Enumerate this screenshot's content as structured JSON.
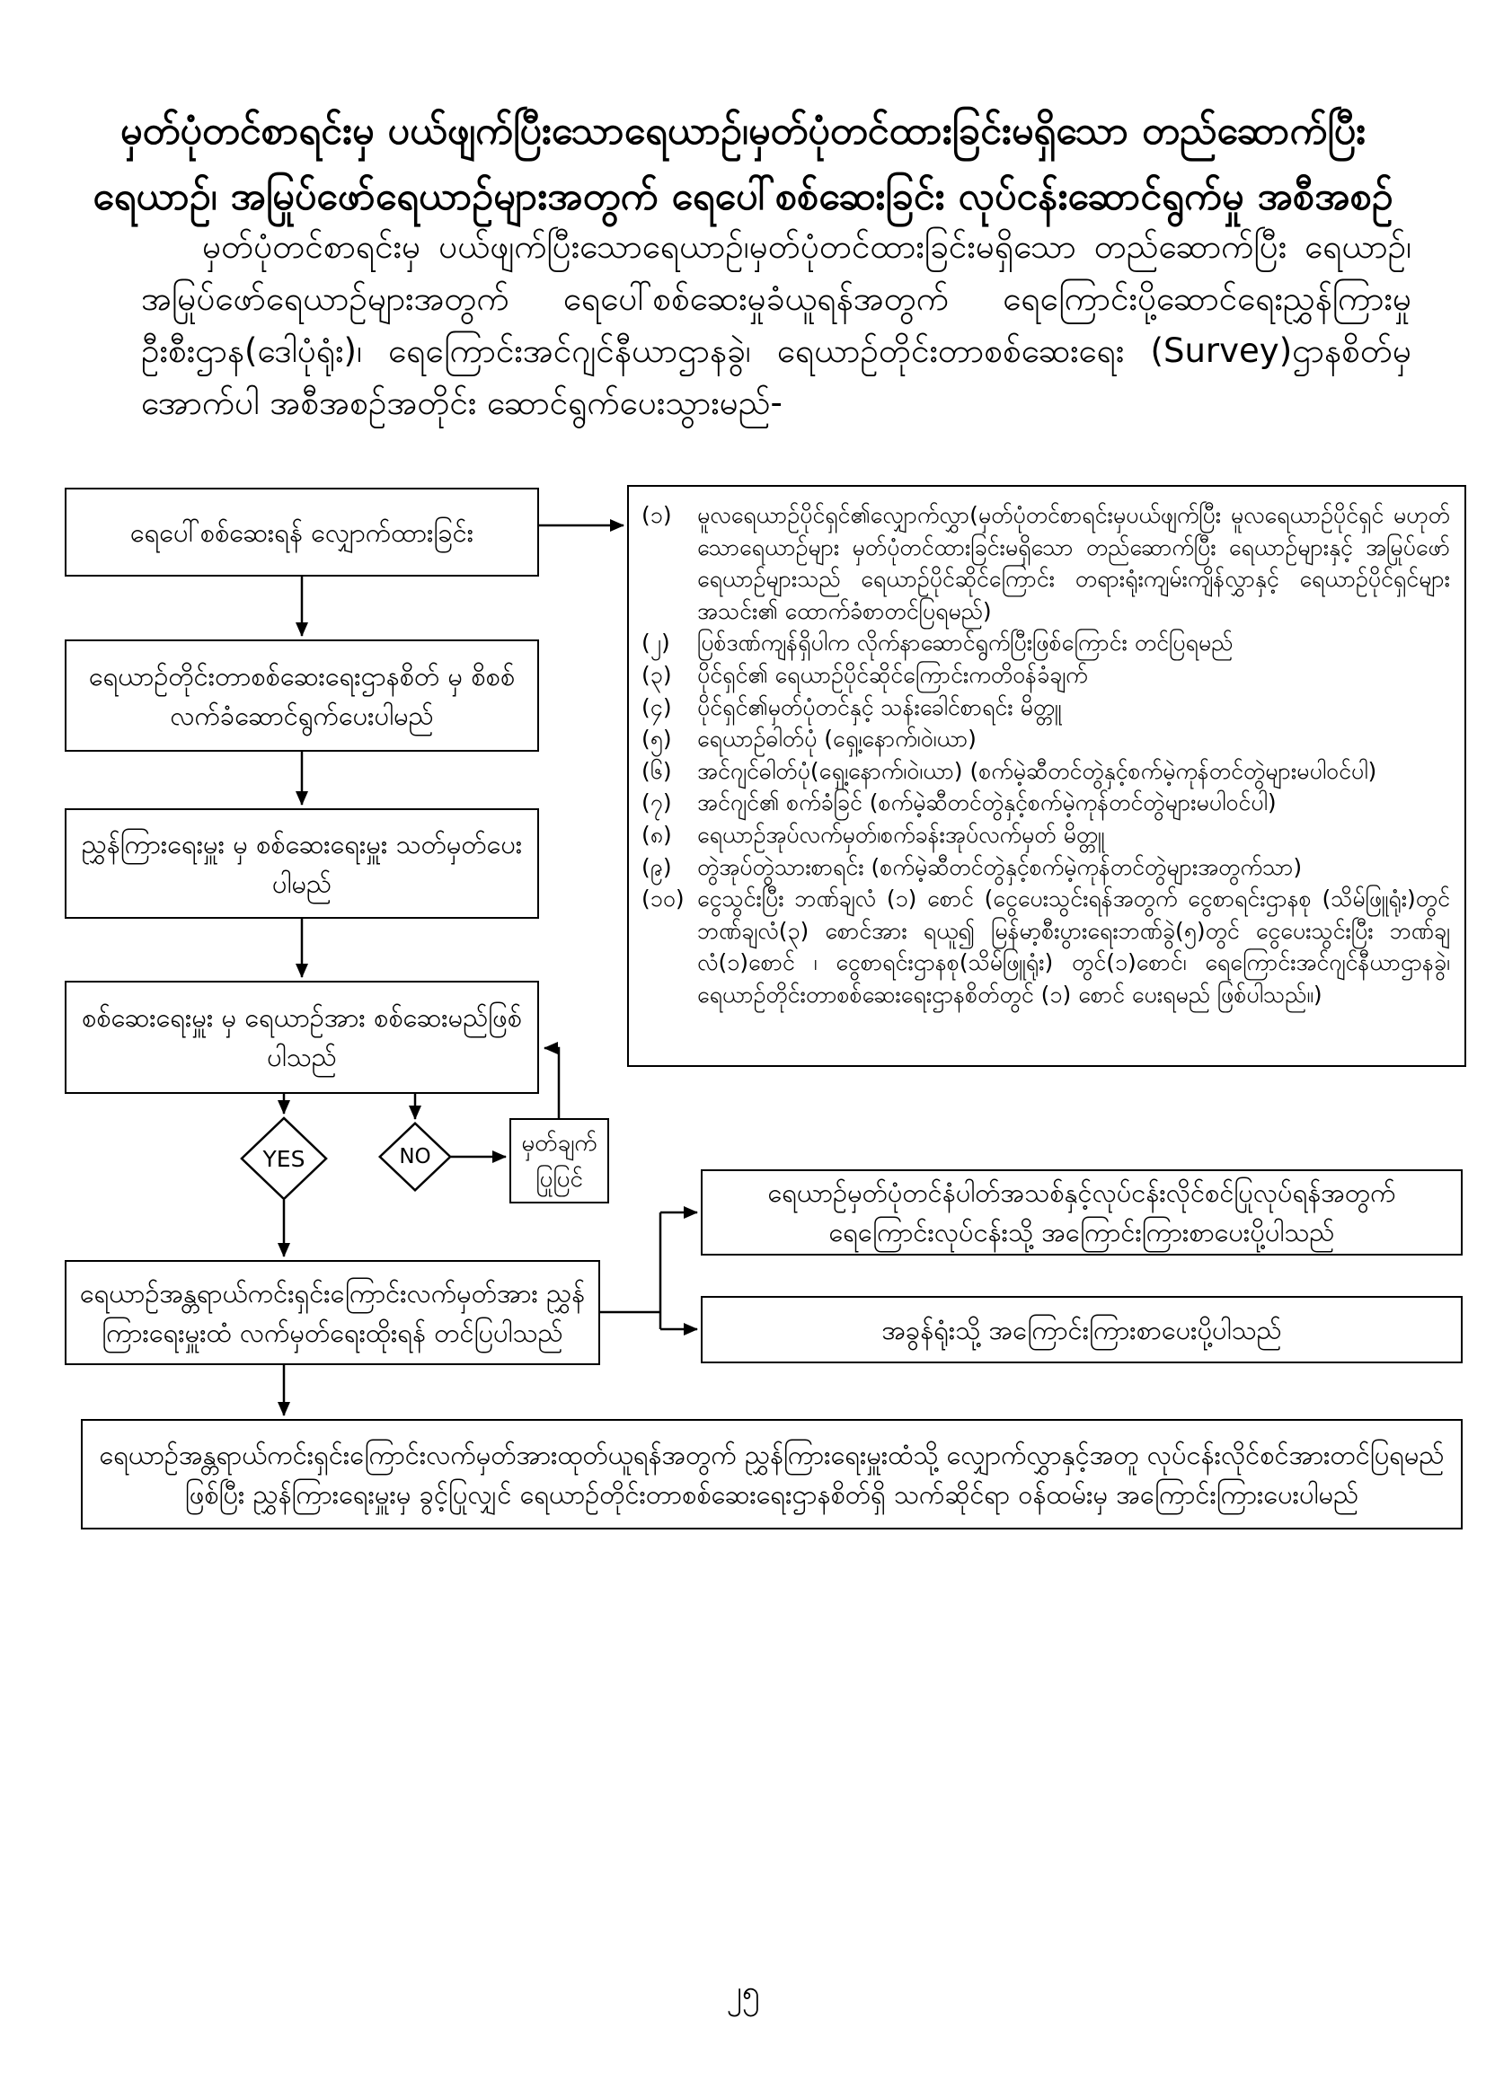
{
  "colors": {
    "text": "#000000",
    "background": "#ffffff",
    "line": "#000000"
  },
  "header": {
    "title_line1": "မှတ်ပုံတင်စာရင်းမှ ပယ်ဖျက်ပြီးသောရေယာဉ်၊မှတ်ပုံတင်ထားခြင်းမရှိသော တည်ဆောက်ပြီး",
    "title_line2": "ရေယာဉ်၊ အမြုပ်ဖော်ရေယာဉ်များအတွက် ရေပေါ်စစ်ဆေးခြင်း လုပ်ငန်းဆောင်ရွက်မှု အစီအစဉ်",
    "intro_paragraph": "မှတ်ပုံတင်စာရင်းမှ ပယ်ဖျက်ပြီးသောရေယာဉ်၊မှတ်ပုံတင်ထားခြင်းမရှိသော တည်ဆောက်ပြီး ရေယာဉ်၊ အမြုပ်ဖော်ရေယာဉ်များအတွက် ရေပေါ်စစ်ဆေးမှုခံယူရန်အတွက် ရေကြောင်းပို့ဆောင်ရေးညွှန်ကြားမှုဦးစီးဌာန(ဒေါပုံရုံး)၊ ရေကြောင်းအင်ဂျင်နီယာဌာနခွဲ၊ ရေယာဉ်တိုင်းတာစစ်ဆေးရေး (Survey)ဌာနစိတ်မှ အောက်ပါ အစီအစဉ်အတိုင်း ဆောင်ရွက်ပေးသွားမည်-"
  },
  "flowchart": {
    "apply_box": "ရေပေါ်စစ်ဆေးရန် လျှောက်ထားခြင်း",
    "dept_box": "ရေယာဉ်တိုင်းတာစစ်ဆေးရေးဌာနစိတ် မှ စိစစ်လက်ခံဆောင်ရွက်ပေးပါမည်",
    "director_box": "ညွှန်ကြားရေးမှူး မှ စစ်ဆေးရေးမှူး သတ်မှတ်ပေးပါမည်",
    "inspect_box": "စစ်ဆေးရေးမှူး မှ ရေယာဉ်အား စစ်ဆေးမည်ဖြစ်ပါသည်",
    "yes_label": "YES",
    "no_label": "NO",
    "remark_box": "မှတ်ချက် ပြုပြင်",
    "certificate_box": "ရေယာဉ်အန္တရာယ်ကင်းရှင်းကြောင်းလက်မှတ်အား ညွှန်ကြားရေးမှူးထံ လက်မှတ်ရေးထိုးရန် တင်ပြပါသည်",
    "notify_marine_box": "ရေယာဉ်မှတ်ပုံတင်နံပါတ်အသစ်နှင့်လုပ်ငန်းလိုင်စင်ပြုလုပ်ရန်အတွက် ရေကြောင်းလုပ်ငန်းသို့ အကြောင်းကြားစာပေးပို့ပါသည်",
    "notify_tax_box": "အခွန်ရုံးသို့ အကြောင်းကြားစာပေးပို့ပါသည်",
    "final_box": "ရေယာဉ်အန္တရာယ်ကင်းရှင်းကြောင်းလက်မှတ်အားထုတ်ယူရန်အတွက် ညွှန်ကြားရေးမှူးထံသို့ လျှောက်လွှာနှင့်အတူ လုပ်ငန်းလိုင်စင်အားတင်ပြရမည် ဖြစ်ပြီး ညွှန်ကြားရေးမှူးမှ ခွင့်ပြုလျှင် ရေယာဉ်တိုင်းတာစစ်ဆေးရေးဌာနစိတ်ရှိ သက်ဆိုင်ရာ ဝန်ထမ်းမှ အကြောင်းကြားပေးပါမည်"
  },
  "requirements": {
    "items": [
      {
        "num": "(၁)",
        "text": "မူလရေယာဉ်ပိုင်ရှင်၏လျှောက်လွှာ(မှတ်ပုံတင်စာရင်းမှပယ်ဖျက်ပြီး မူလရေယာဉ်ပိုင်ရှင် မဟုတ်သောရေယာဉ်များ မှတ်ပုံတင်ထားခြင်းမရှိသော တည်ဆောက်ပြီး ရေယာဉ်များနှင့် အမြုပ်ဖော်ရေယာဉ်များသည် ရေယာဉ်ပိုင်ဆိုင်ကြောင်း တရားရုံးကျမ်းကျိန်လွှာနှင့် ရေယာဉ်ပိုင်ရှင်များအသင်း၏ ထောက်ခံစာတင်ပြရမည်)"
      },
      {
        "num": "(၂)",
        "text": "ပြစ်ဒဏ်ကျန်ရှိပါက လိုက်နာဆောင်ရွက်ပြီးဖြစ်ကြောင်း တင်ပြရမည်"
      },
      {
        "num": "(၃)",
        "text": "ပိုင်ရှင်၏ ရေယာဉ်ပိုင်ဆိုင်ကြောင်းကတိဝန်ခံချက်"
      },
      {
        "num": "(၄)",
        "text": "ပိုင်ရှင်၏မှတ်ပုံတင်နှင့် သန်းခေါင်စာရင်း မိတ္တူ"
      },
      {
        "num": "(၅)",
        "text": "ရေယာဉ်ဓါတ်ပုံ (ရှေ့၊နောက်၊ဝဲ၊ယာ)"
      },
      {
        "num": "(၆)",
        "text": "အင်ဂျင်ဓါတ်ပုံ(ရှေ့၊နောက်၊ဝဲ၊ယာ) (စက်မဲ့ဆီတင်တွဲနှင့်စက်မဲ့ကုန်တင်တွဲများမပါဝင်ပါ)"
      },
      {
        "num": "(၇)",
        "text": "အင်ဂျင်၏ စက်ခံခြင် (စက်မဲ့ဆီတင်တွဲနှင့်စက်မဲ့ကုန်တင်တွဲများမပါဝင်ပါ)"
      },
      {
        "num": "(၈)",
        "text": "ရေယာဉ်အုပ်လက်မှတ်၊စက်ခန်းအုပ်လက်မှတ် မိတ္တူ"
      },
      {
        "num": "(၉)",
        "text": "တွဲအုပ်တွဲသားစာရင်း (စက်မဲ့ဆီတင်တွဲနှင့်စက်မဲ့ကုန်တင်တွဲများအတွက်သာ)"
      },
      {
        "num": "(၁၀)",
        "text": "ငွေသွင်းပြီး ဘဏ်ချလံ (၁) စောင် (ငွေပေးသွင်းရန်အတွက် ငွေစာရင်းဌာနစု (သိမ်ဖြူရုံး)တွင် ဘဏ်ချလံ(၃) စောင်အား ရယူ၍ မြန်မာ့စီးပွားရေးဘဏ်ခွဲ(၅)တွင် ငွေပေးသွင်းပြီး ဘဏ်ချလံ(၁)စောင် ၊ ငွေစာရင်းဌာနစု(သိမ်ဖြူရုံး) တွင်(၁)စောင်၊ ရေကြောင်းအင်ဂျင်နီယာဌာနခွဲ၊ ရေယာဉ်တိုင်းတာစစ်ဆေးရေးဌာနစိတ်တွင် (၁) စောင် ပေးရမည် ဖြစ်ပါသည်။)"
      }
    ]
  },
  "footer": {
    "page_number": "၂၅"
  }
}
